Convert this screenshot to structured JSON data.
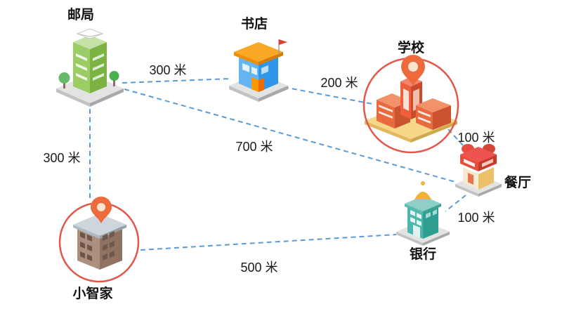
{
  "diagram": {
    "type": "distance-map",
    "nodes": {
      "post_office": {
        "label": "邮局",
        "highlighted": false
      },
      "bookstore": {
        "label": "书店",
        "highlighted": false
      },
      "school": {
        "label": "学校",
        "highlighted": true
      },
      "restaurant": {
        "label": "餐厅",
        "highlighted": false
      },
      "bank": {
        "label": "银行",
        "highlighted": false
      },
      "home": {
        "label": "小智家",
        "highlighted": true
      }
    },
    "edges": {
      "post_office_bookstore": {
        "from": "post_office",
        "to": "bookstore",
        "label": "300 米"
      },
      "bookstore_school": {
        "from": "bookstore",
        "to": "school",
        "label": "200 米"
      },
      "school_restaurant": {
        "from": "school",
        "to": "restaurant",
        "label": "100 米"
      },
      "restaurant_bank": {
        "from": "restaurant",
        "to": "bank",
        "label": "100 米"
      },
      "post_office_restaurant": {
        "from": "post_office",
        "to": "restaurant",
        "label": "700 米"
      },
      "post_office_home": {
        "from": "post_office",
        "to": "home",
        "label": "300 米"
      },
      "home_bank": {
        "from": "home",
        "to": "bank",
        "label": "500 米"
      }
    },
    "colors": {
      "edge": "#5b9bd5",
      "highlight_ring": "#e25749",
      "pin": "#ed6a3c",
      "text": "#1a1a1a",
      "background": "#ffffff"
    }
  }
}
